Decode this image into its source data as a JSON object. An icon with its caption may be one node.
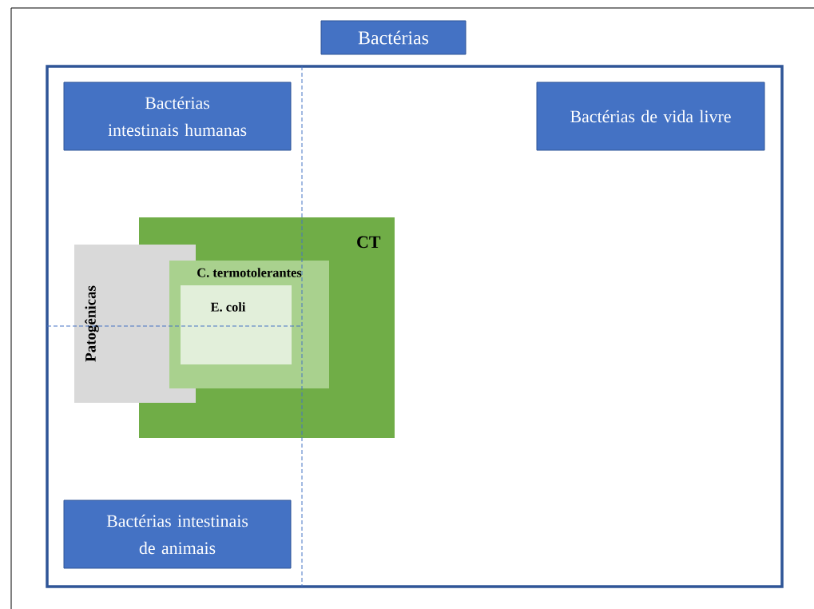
{
  "diagram": {
    "nodes": [
      {
        "text": [
          "Bactérias"
        ]
      },
      {
        "text": [
          "Bactérias intestinais humanas"
        ],
        "in": 0
      },
      {
        "text": [
          "Bactérias de vida livre"
        ],
        "in": 0
      },
      {
        "text": [
          "CT"
        ],
        "in": 0
      },
      {
        "text": [
          "Patogênicas"
        ],
        "in": 0
      },
      {
        "text": [
          "C. termotolerantes"
        ],
        "in": 3
      },
      {
        "text": [
          "E. coli"
        ],
        "in": 5
      },
      {
        "text": [
          "Bactérias intestinais de animais"
        ],
        "in": 0
      }
    ]
  }
}
